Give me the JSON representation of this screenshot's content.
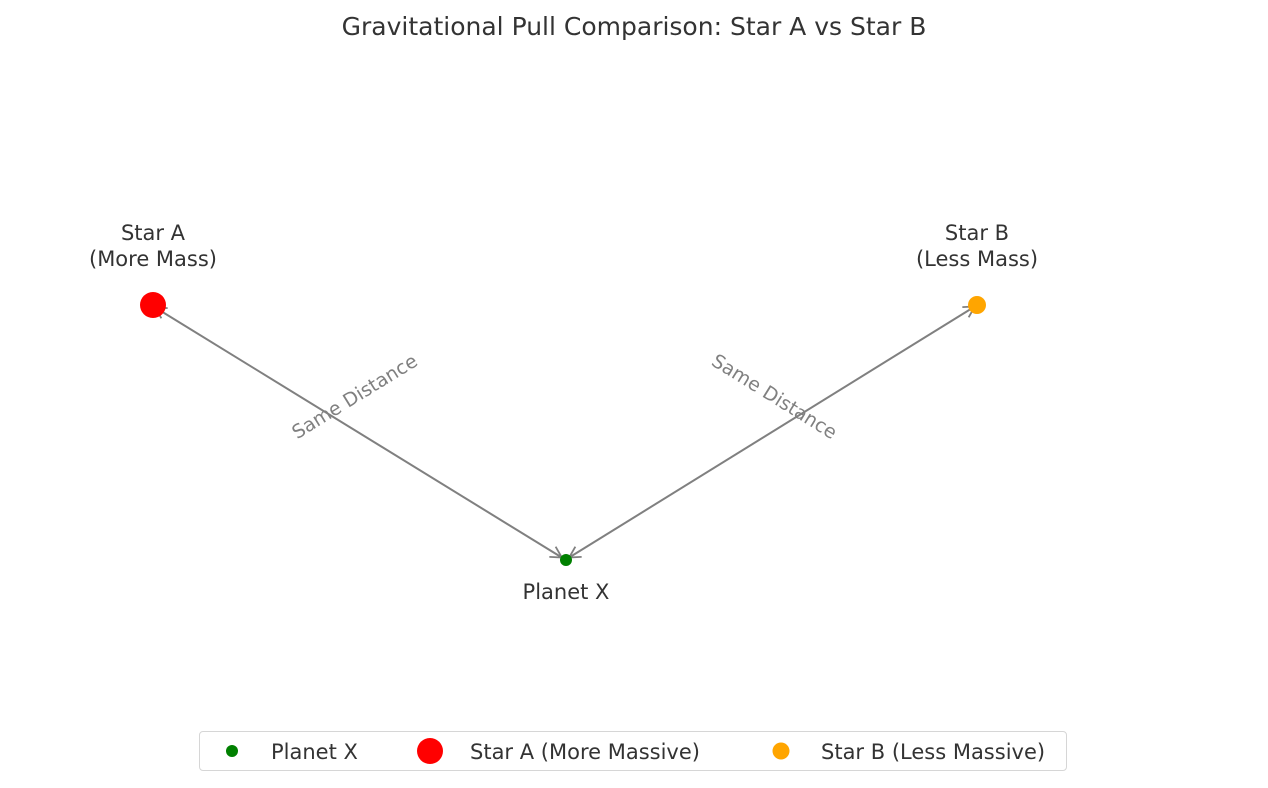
{
  "title": "Gravitational Pull Comparison: Star A vs Star B",
  "bodies": {
    "star_a": {
      "name": "Star A",
      "note": "(More Mass)",
      "color": "#ff0000"
    },
    "star_b": {
      "name": "Star B",
      "note": "(Less Mass)",
      "color": "#ffa500"
    },
    "planet_x": {
      "name": "Planet X",
      "color": "#008000"
    }
  },
  "arrows": {
    "left_label": "Same Distance",
    "right_label": "Same Distance",
    "color": "#808080"
  },
  "legend": {
    "items": [
      {
        "label": "Planet X",
        "color": "#008000"
      },
      {
        "label": "Star A (More Massive)",
        "color": "#ff0000"
      },
      {
        "label": "Star B (Less Massive)",
        "color": "#ffa500"
      }
    ]
  }
}
